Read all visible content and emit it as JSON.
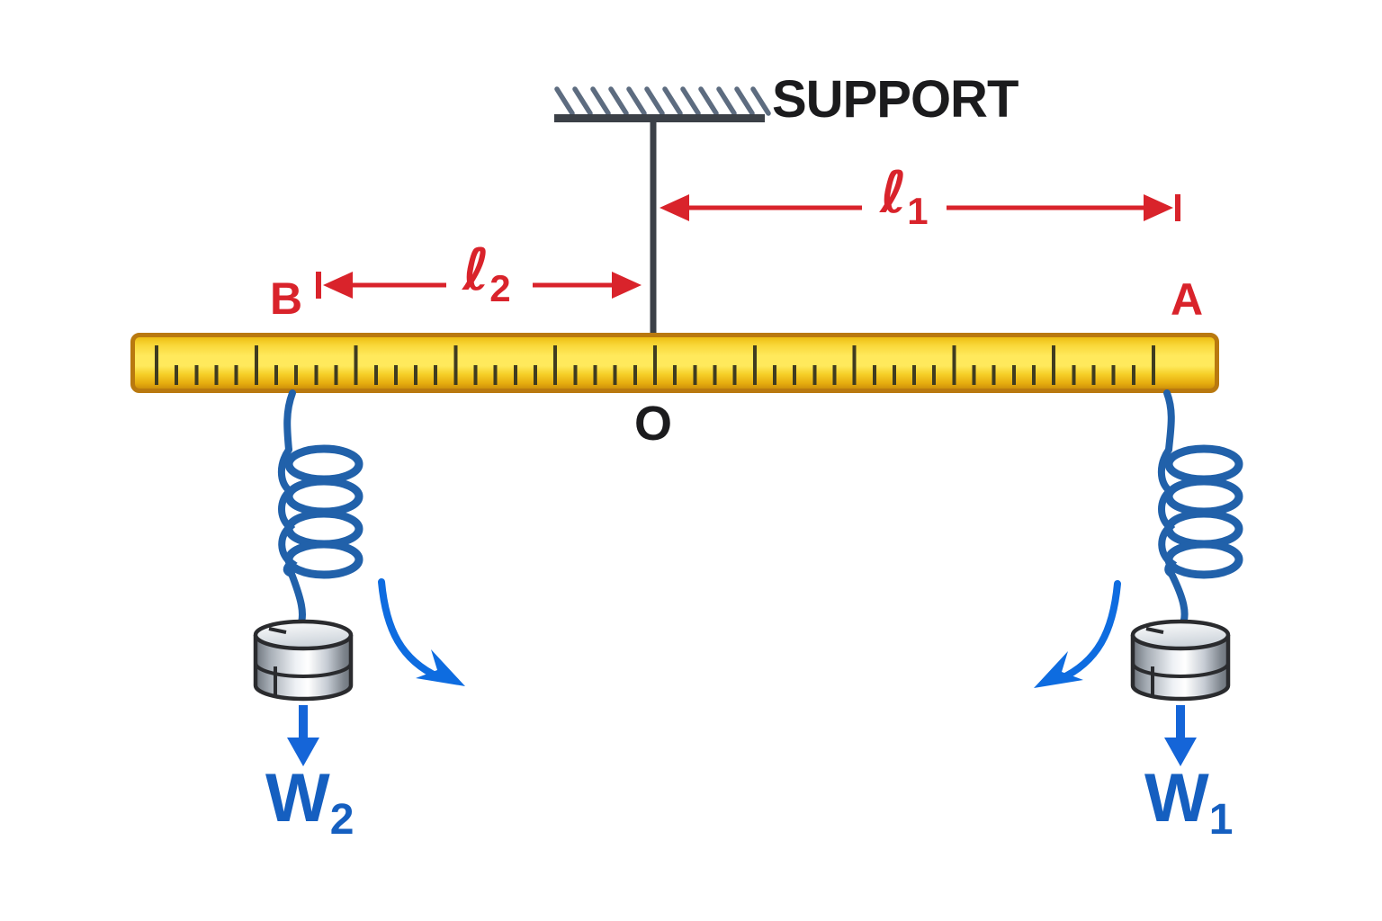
{
  "support": {
    "label": "SUPPORT"
  },
  "points": {
    "a": "A",
    "b": "B",
    "pivot": "O"
  },
  "dimensions": {
    "l1": {
      "symbol": "ℓ",
      "sub": "1"
    },
    "l2": {
      "symbol": "ℓ",
      "sub": "2"
    }
  },
  "weights": {
    "w1": {
      "symbol": "W",
      "sub": "1"
    },
    "w2": {
      "symbol": "W",
      "sub": "2"
    }
  },
  "colors": {
    "dimension-red": "#d9232b",
    "string-blue": "#2161aa",
    "string-arrow-blue": "#174f9c",
    "force-blue": "#1565d8",
    "rotation-blue": "#0e6ce0",
    "weight-label-blue": "#155fc0",
    "ruler-border": "#b9790f",
    "ruler-tick": "#3f3c20",
    "support-gray": "#3b4047",
    "hatch-gray": "#5d6c80",
    "text-dark": "#1b1b1d"
  }
}
